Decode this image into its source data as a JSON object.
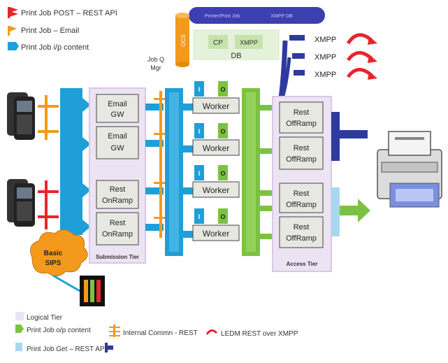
{
  "legend_top": {
    "post": "Print Job POST – REST API",
    "email": "Print Job – Email",
    "ip": "Print Job i/p content"
  },
  "legend_bottom": {
    "logical": "Logical Tier",
    "op": "Print Job o/p content",
    "internal": "Internal Commn - REST",
    "ledm": "LEDM REST over XMPP",
    "get": "Print Job Get – REST API"
  },
  "db": {
    "label": "DB",
    "cp": "CP",
    "xmpp": "XMPP",
    "printer_job": "Printer/Print Job",
    "xmpp_db": "XMPP DB",
    "ocs": "OCS"
  },
  "jobq": {
    "line1": "Job Q",
    "line2": "Mgr"
  },
  "submission": {
    "title": "Submission Tier",
    "email1": [
      "Email",
      "GW"
    ],
    "email2": [
      "Email",
      "GW"
    ],
    "onramp1": [
      "Rest",
      "OnRamp"
    ],
    "onramp2": [
      "Rest",
      "OnRamp"
    ]
  },
  "workers": [
    "Worker",
    "Worker",
    "Worker",
    "Worker"
  ],
  "io": {
    "in": "I",
    "out": "O"
  },
  "access": {
    "title": "Access Tier",
    "off1": [
      "Rest",
      "OffRamp"
    ],
    "off2": [
      "Rest",
      "OffRamp"
    ],
    "off3": [
      "Rest",
      "OffRamp"
    ],
    "off4": [
      "Rest",
      "OffRamp"
    ]
  },
  "xmpp_nodes": [
    "XMPP",
    "XMPP",
    "XMPP"
  ],
  "sips": [
    "Basic",
    "SIPS"
  ],
  "colors": {
    "red": "#e8262a",
    "orange": "#f39a1d",
    "blue": "#1f9fd8",
    "green": "#7cc242",
    "navy": "#2e3a9e",
    "tier": "#d8c8e6",
    "box": "#e8e8e2"
  }
}
